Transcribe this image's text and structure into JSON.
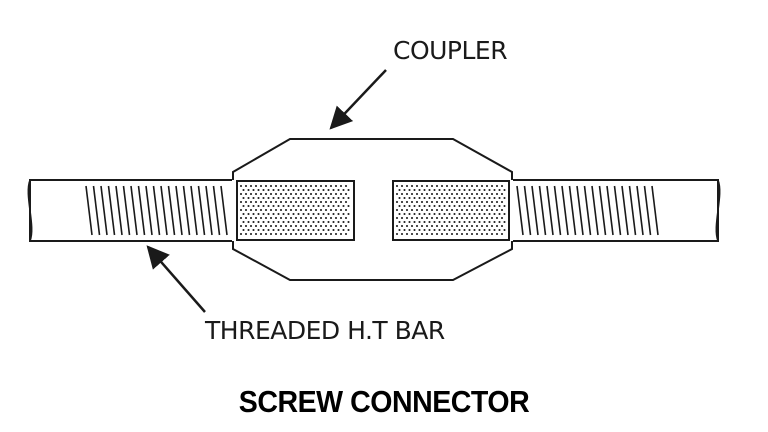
{
  "labels": {
    "coupler": "COUPLER",
    "bar": "THREADED H.T BAR"
  },
  "title": "SCREW CONNECTOR",
  "colors": {
    "line": "#1a1a1a",
    "background": "#ffffff"
  }
}
